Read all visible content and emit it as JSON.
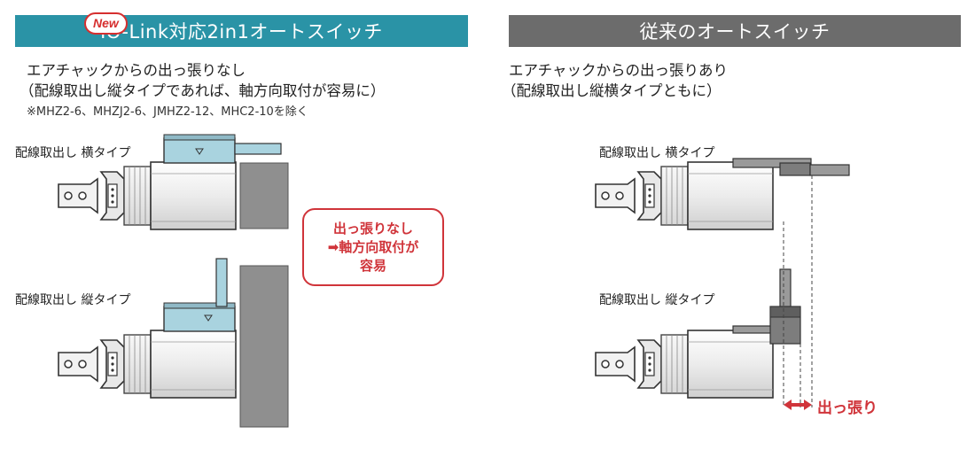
{
  "left_panel": {
    "badge": "New",
    "title": "IO-Link対応2in1オートスイッチ",
    "line1": "エアチャックからの出っ張りなし",
    "line2": "（配線取出し縦タイプであれば、軸方向取付が容易に）",
    "note": "※MHZ2-6、MHZJ2-6、JMHZ2-12、MHC2-10を除く",
    "label_horizontal": "配線取出し 横タイプ",
    "label_vertical": "配線取出し 縦タイプ",
    "callout": {
      "line1": "出っ張りなし",
      "line2": "➡軸方向取付が",
      "line3": "容易"
    }
  },
  "right_panel": {
    "title": "従来のオートスイッチ",
    "line1": "エアチャックからの出っ張りあり",
    "line2": "（配線取出し縦横タイプともに）",
    "label_horizontal": "配線取出し 横タイプ",
    "label_vertical": "配線取出し 縦タイプ",
    "protrusion_label": "出っ張り"
  },
  "colors": {
    "accent_teal": "#2a93a6",
    "header_gray": "#6c6c6c",
    "callout_red": "#d0343a",
    "switch_blue": "#a9d3df",
    "wall_gray": "#8f8f8f"
  }
}
